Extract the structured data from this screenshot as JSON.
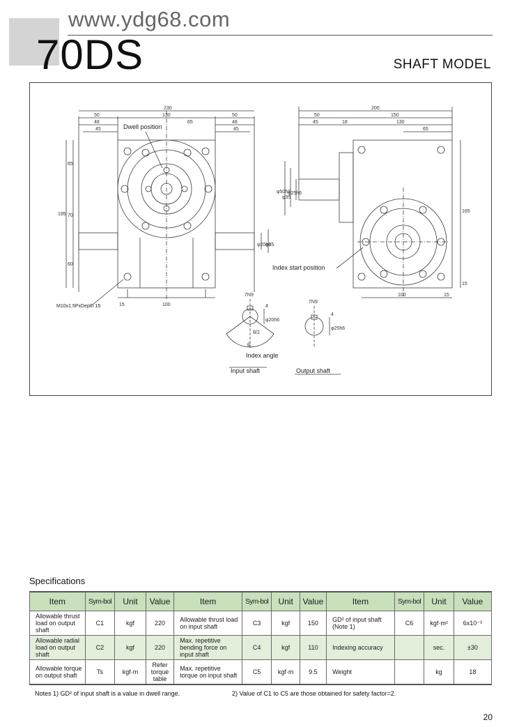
{
  "header": {
    "website": "www.ydg68.com",
    "model": "70DS",
    "subtitle": "SHAFT MODEL"
  },
  "drawing": {
    "front_view": {
      "dimensions": [
        "230",
        "50",
        "130",
        "50",
        "48",
        "48",
        "45",
        "45",
        "65",
        "65",
        "70",
        "60",
        "195",
        "15",
        "100"
      ],
      "labels": [
        "Dwell position",
        "M10x1.5PxDepth 15"
      ],
      "shaft_dims": [
        "φ20h6",
        "φ25"
      ]
    },
    "side_view": {
      "dimensions": [
        "200",
        "50",
        "150",
        "45",
        "18",
        "130",
        "65",
        "165",
        "15",
        "100",
        "15"
      ],
      "labels": [
        "Index start position"
      ],
      "shaft_dims": [
        "φ50h8",
        "φ35",
        "φ25h6"
      ]
    },
    "input_shaft_section": {
      "key": "7N9",
      "dims": [
        "4",
        "φ20h6",
        "θ/2",
        "θ"
      ],
      "labels": [
        "Index angle",
        "Input shaft"
      ]
    },
    "output_shaft_section": {
      "key": "7N9",
      "dims": [
        "4",
        "φ25h6"
      ],
      "labels": [
        "Output shaft"
      ]
    }
  },
  "specifications": {
    "heading": "Specifications",
    "columns": [
      "Item",
      "Sym-bol",
      "Unit",
      "Value",
      "Item",
      "Sym-bol",
      "Unit",
      "Value",
      "Item",
      "Sym-bol",
      "Unit",
      "Value"
    ],
    "rows": [
      [
        "Allowable thrust load on output shaft",
        "C1",
        "kgf",
        "220",
        "Allowable thrust load on input shaft",
        "C3",
        "kgf",
        "150",
        "GD² of input shaft (Note 1)",
        "C6",
        "kgf·m²",
        "6x10⁻³"
      ],
      [
        "Allowable radial load on output shaft",
        "C2",
        "kgf",
        "220",
        "Max. repetitive bending force on input shaft",
        "C4",
        "kgf",
        "110",
        "Indexing accuracy",
        "",
        "sec.",
        "±30"
      ],
      [
        "Allowable torque on output shaft",
        "Ts",
        "kgf·m",
        "Refer torque table",
        "Max. repetitive torque on input shaft",
        "C5",
        "kgf·m",
        "9.5",
        "Weight",
        "",
        "kg",
        "18"
      ]
    ]
  },
  "notes": {
    "note1": "Notes 1) GD² of input shaft is a value in dwell range.",
    "note2": "2) Value of C1 to C5 are those obtained for safety factor=2."
  },
  "page_number": "20"
}
